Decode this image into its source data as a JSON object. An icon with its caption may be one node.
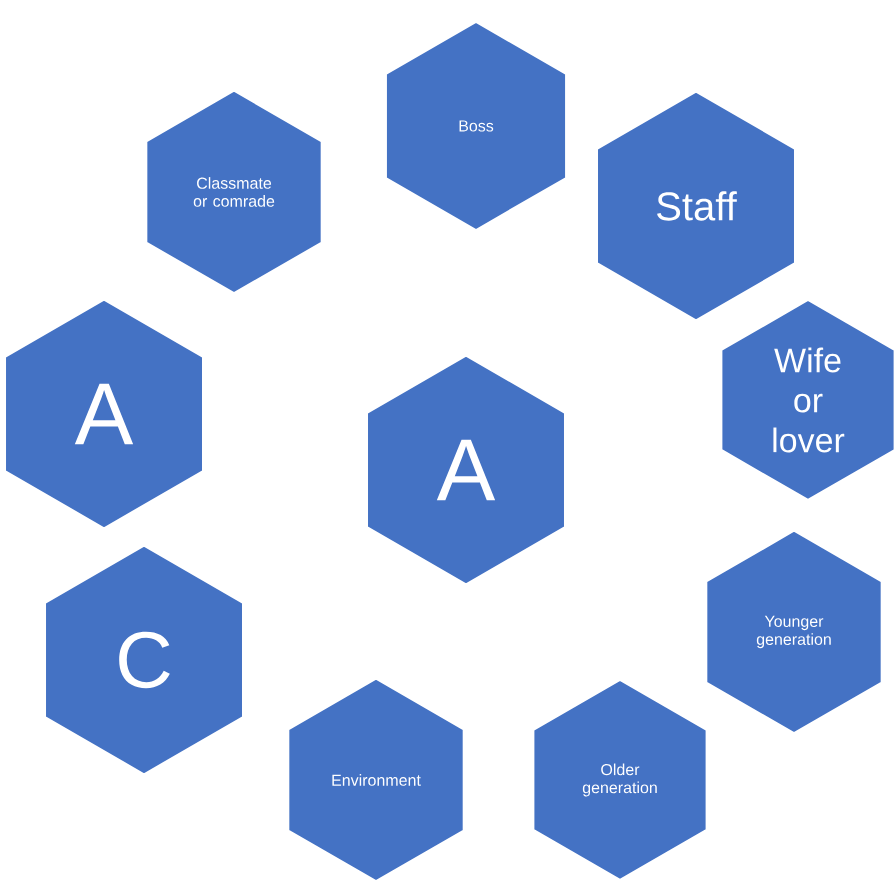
{
  "diagram": {
    "nodes": [
      {
        "text": [
          "Boss"
        ]
      },
      {
        "text": [
          "Classmate or comrade"
        ]
      },
      {
        "text": [
          "Staff"
        ]
      },
      {
        "text": [
          "Wife or lover"
        ]
      },
      {
        "text": [
          "A"
        ]
      },
      {
        "text": [
          "A"
        ]
      },
      {
        "text": [
          "Younger generation"
        ]
      },
      {
        "text": [
          "C"
        ]
      },
      {
        "text": [
          "Environment"
        ]
      },
      {
        "text": [
          "Older generation"
        ]
      }
    ]
  }
}
